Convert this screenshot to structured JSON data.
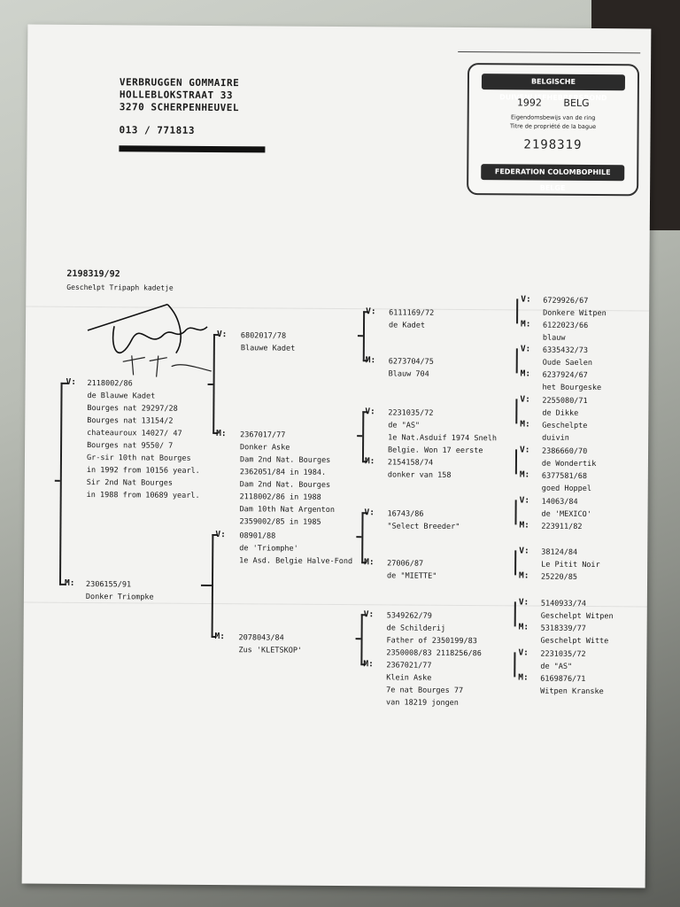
{
  "header": {
    "line1": "VERBRUGGEN GOMMAIRE",
    "line2": "HOLLEBLOKSTRAAT  33",
    "line3": "3270  SCHERPENHEUVEL",
    "phone": "013 / 771813"
  },
  "stamp": {
    "top": "BELGISCHE DUIVENLIEFHEBBERSBOND",
    "year": "1992",
    "country": "BELG",
    "line1": "Eigendomsbewijs van de ring",
    "line2": "Titre de propriété de la bague",
    "number": "2198319",
    "bottom": "FEDERATION COLOMBOPHILE BELGE"
  },
  "subject": {
    "ring": "2198319/92",
    "desc": "Geschelpt Tripaph kadetje"
  },
  "gen1": {
    "father": {
      "label": "V:",
      "lines": [
        "2118002/86",
        "de Blauwe  Kadet",
        "Bourges nat      29297/28",
        "Bourges nat      13154/2",
        "chateauroux 14027/ 47",
        "Bourges nat        9550/ 7",
        "Gr-sir 10th nat Bourges",
        "in 1992 from 10156 yearl.",
        "Sir    2nd Nat Bourges",
        "in 1988 from 10689 yearl."
      ]
    },
    "mother": {
      "label": "M:",
      "lines": [
        "2306155/91",
        "Donker Triompke"
      ]
    }
  },
  "gen2": [
    {
      "label": "V:",
      "lines": [
        "6802017/78",
        "Blauwe Kadet"
      ]
    },
    {
      "label": "M:",
      "lines": [
        "2367017/77",
        "Donker Aske",
        "Dam      2nd Nat. Bourges",
        "2362051/84 in 1984.",
        "Dam      2nd Nat. Bourges",
        "2118002/86 in 1988",
        "Dam      10th Nat Argenton",
        "2359002/85 in 1985"
      ]
    },
    {
      "label": "V:",
      "lines": [
        "08901/88",
        "de 'Triomphe'",
        "1e Asd. Belgie Halve-Fond"
      ]
    },
    {
      "label": "M:",
      "lines": [
        "2078043/84",
        "Zus 'KLETSKOP'"
      ]
    }
  ],
  "gen3": [
    {
      "label": "V:",
      "lines": [
        "6111169/72",
        "de  Kadet"
      ]
    },
    {
      "label": "M:",
      "lines": [
        "6273704/75",
        "Blauw 704"
      ]
    },
    {
      "label": "V:",
      "lines": [
        "2231035/72",
        "de \"AS\"",
        "1e Nat.Asduif 1974 Snelh",
        "Belgie. Won 17 eerste"
      ]
    },
    {
      "label": "M:",
      "lines": [
        "2154158/74",
        "donker van 158"
      ]
    },
    {
      "label": "V:",
      "lines": [
        "16743/86",
        "\"Select Breeder\""
      ]
    },
    {
      "label": "M:",
      "lines": [
        "27006/87",
        "de \"MIETTE\""
      ]
    },
    {
      "label": "V:",
      "lines": [
        "5349262/79",
        "de Schilderij",
        "Father of 2350199/83",
        "2350008/83 2118256/86"
      ]
    },
    {
      "label": "M:",
      "lines": [
        "2367021/77",
        "Klein Aske",
        "7e nat Bourges 77",
        "van 18219 jongen"
      ]
    }
  ],
  "gen4": [
    {
      "label": "V:",
      "lines": [
        "6729926/67",
        "Donkere Witpen"
      ]
    },
    {
      "label": "M:",
      "lines": [
        "6122023/66",
        "blauw"
      ]
    },
    {
      "label": "V:",
      "lines": [
        "6335432/73",
        "Oude Saelen"
      ]
    },
    {
      "label": "M:",
      "lines": [
        "6237924/67",
        "het Bourgeske"
      ]
    },
    {
      "label": "V:",
      "lines": [
        "2255080/71",
        "de Dikke"
      ]
    },
    {
      "label": "M:",
      "lines": [
        "Geschelpte",
        "duivin"
      ]
    },
    {
      "label": "V:",
      "lines": [
        "2386660/70",
        "de Wondertik"
      ]
    },
    {
      "label": "M:",
      "lines": [
        "6377581/68",
        "goed Hoppel"
      ]
    },
    {
      "label": "V:",
      "lines": [
        "14063/84",
        "de 'MEXICO'"
      ]
    },
    {
      "label": "M:",
      "lines": [
        "223911/82"
      ]
    },
    {
      "label": "V:",
      "lines": [
        "38124/84",
        "Le Pitit Noir"
      ]
    },
    {
      "label": "M:",
      "lines": [
        "25220/85"
      ]
    },
    {
      "label": "V:",
      "lines": [
        "5140933/74",
        "Geschelpt Witpen"
      ]
    },
    {
      "label": "M:",
      "lines": [
        "5318339/77",
        "Geschelpt Witte"
      ]
    },
    {
      "label": "V:",
      "lines": [
        "2231035/72",
        "de \"AS\""
      ]
    },
    {
      "label": "M:",
      "lines": [
        "6169876/71",
        "Witpen Kranske"
      ]
    }
  ]
}
